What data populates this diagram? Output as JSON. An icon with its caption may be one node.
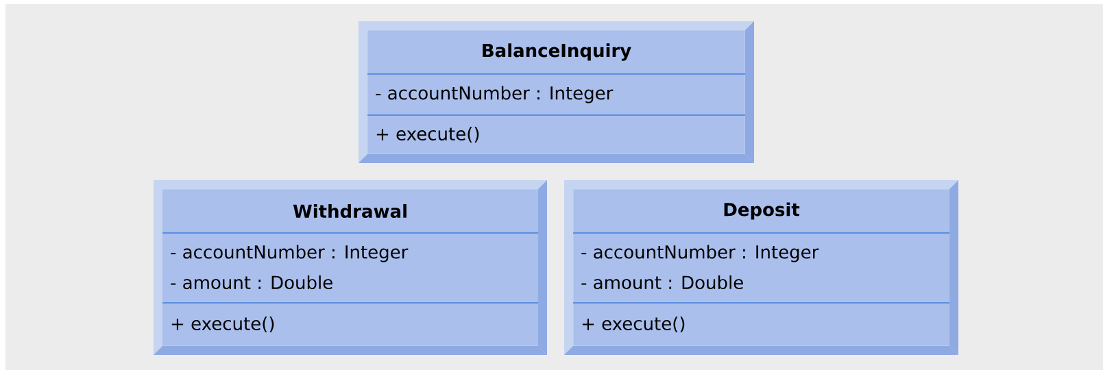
{
  "diagram": {
    "nodes": [
      {
        "text": [
          "BalanceInquiry",
          "- accountNumber : Integer",
          "+ execute()"
        ]
      },
      {
        "text": [
          "Withdrawal",
          "- accountNumber : Integer",
          "- amount : Double",
          "+ execute()"
        ]
      },
      {
        "text": [
          "Deposit",
          "- accountNumber : Integer",
          "- amount : Double",
          "+ execute()"
        ]
      }
    ]
  }
}
